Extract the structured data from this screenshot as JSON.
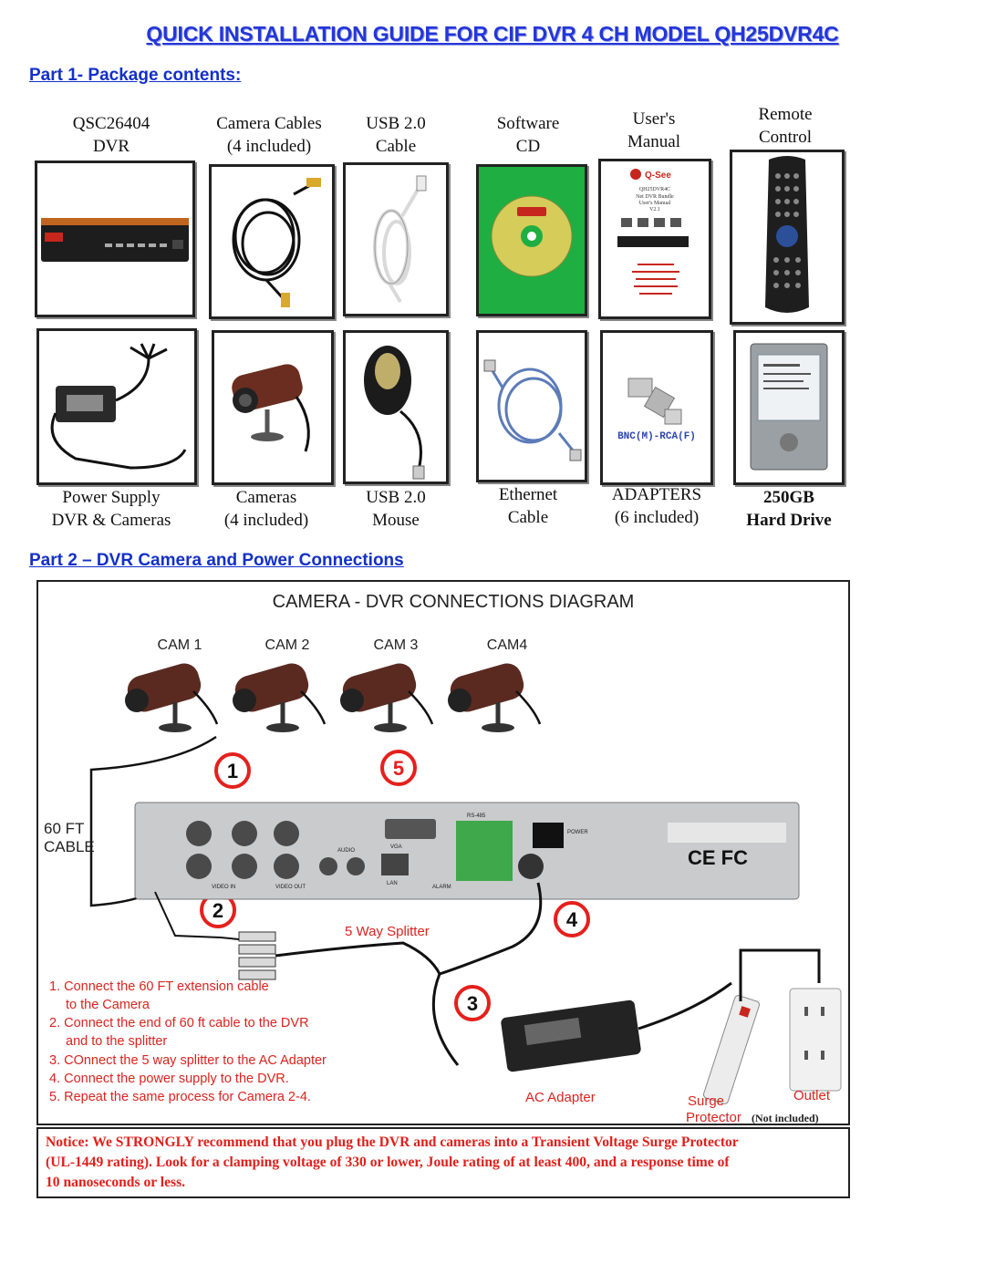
{
  "document": {
    "title": "QUICK INSTALLATION GUIDE FOR CIF DVR 4 CH MODEL QH25DVR4C",
    "part1_heading": "Part 1- Package contents:",
    "part2_heading": "Part 2 – DVR Camera and Power Connections"
  },
  "package_top": [
    {
      "line1": "QSC26404",
      "line2": "DVR"
    },
    {
      "line1": "Camera Cables",
      "line2": "(4 included)"
    },
    {
      "line1": "USB 2.0",
      "line2": "Cable"
    },
    {
      "line1": "Software",
      "line2": "CD"
    },
    {
      "line1": "User's",
      "line2": "Manual"
    },
    {
      "line1": "Remote",
      "line2": "Control"
    }
  ],
  "package_bottom": [
    {
      "line1": "Power Supply",
      "line2": "DVR & Cameras"
    },
    {
      "line1": "Cameras",
      "line2": "(4 included)"
    },
    {
      "line1": "USB 2.0",
      "line2": "Mouse"
    },
    {
      "line1": "Ethernet",
      "line2": "Cable"
    },
    {
      "line1": "ADAPTERS",
      "line2": "(6 included)"
    },
    {
      "line1": "250GB",
      "line2": "Hard Drive"
    }
  ],
  "images": {
    "manual_brand": "Q-See",
    "manual_model": "QH25DVR4C",
    "manual_subtitle1": "Net DVR Bundle",
    "manual_subtitle2": "User's Manual",
    "manual_version": "V2.1",
    "adapter_label": "BNC(M)-RCA(F)"
  },
  "diagram": {
    "title": "CAMERA - DVR CONNECTIONS DIAGRAM",
    "cam_labels": [
      "CAM 1",
      "CAM 2",
      "CAM 3",
      "CAM4"
    ],
    "cable_label_1": "60 FT",
    "cable_label_2": "CABLE",
    "splitter_label": "5 Way Splitter",
    "ac_adapter_label": "AC Adapter",
    "surge_label_1": "Surge",
    "surge_label_2": "Protector",
    "not_included": "(Not included)",
    "outlet_label": "Outlet",
    "step_badges": [
      "1",
      "2",
      "3",
      "4",
      "5"
    ],
    "dvr_panel_labels": [
      "VGA",
      "AUDIO",
      "LAN",
      "POWER",
      "RS-485",
      "VIDEO IN",
      "VIDEO OUT",
      "ALARM"
    ],
    "instructions": [
      "1. Connect the 60 FT extension cable",
      "to the Camera",
      "2. Connect the end of 60 ft cable to the DVR",
      "and to the splitter",
      "3. COnnect the 5 way splitter to the AC Adapter",
      "4. Connect the power supply to the DVR.",
      "5. Repeat the same process for Camera 2-4."
    ]
  },
  "notice": {
    "line1": "Notice: We STRONGLY recommend that you plug the DVR and cameras into a Transient Voltage Surge Protector",
    "line2": "(UL-1449 rating). Look for a clamping voltage of 330 or lower, Joule rating of at least 400, and a response time of",
    "line3": "10 nanoseconds or less."
  },
  "colors": {
    "title_blue": "#2336d8",
    "heading_blue": "#1330c8",
    "diagram_red": "#e5201c",
    "splitter_red": "#d9241f",
    "notice_red": "#e0201b",
    "cd_green": "#1fae42"
  }
}
